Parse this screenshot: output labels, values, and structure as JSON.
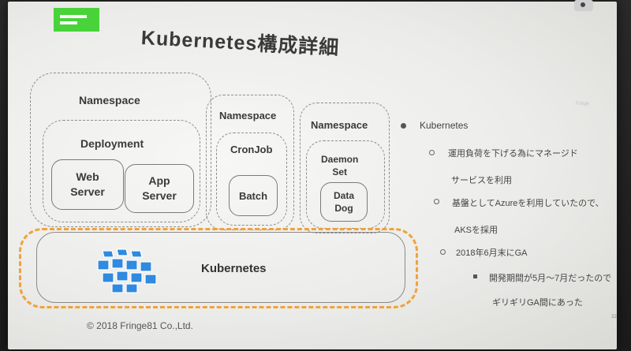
{
  "slide": {
    "title": "Kubernetes構成詳細",
    "footer": "© 2018 Fringe81 Co.,Ltd.",
    "page_number": "22",
    "watermark": "Fringe",
    "brand_color": "#49d33a",
    "accent_color": "#f0a23c"
  },
  "diagram": {
    "namespace1": {
      "label": "Namespace",
      "deployment": {
        "label": "Deployment",
        "pods": [
          "Web\nServer",
          "App\nServer"
        ]
      }
    },
    "namespace2": {
      "label": "Namespace",
      "cronjob": {
        "label": "CronJob",
        "pod": "Batch"
      }
    },
    "namespace3": {
      "label": "Namespace",
      "daemonset": {
        "label": "Daemon\nSet",
        "pod": "Data\nDog"
      }
    },
    "kubernetes": {
      "label": "Kubernetes",
      "icon": "kubernetes-cubes-icon"
    }
  },
  "bullets": {
    "main": "Kubernetes",
    "sub1_line1": "運用負荷を下げる為にマネージド",
    "sub1_line2": "サービスを利用",
    "sub2_line1": "基盤としてAzureを利用していたので、",
    "sub2_line2": "AKSを採用",
    "sub3": "2018年6月末にGA",
    "subsub1_line1": "開発期間が5月〜7月だったので",
    "subsub1_line2": "ギリギリGA間にあった"
  }
}
